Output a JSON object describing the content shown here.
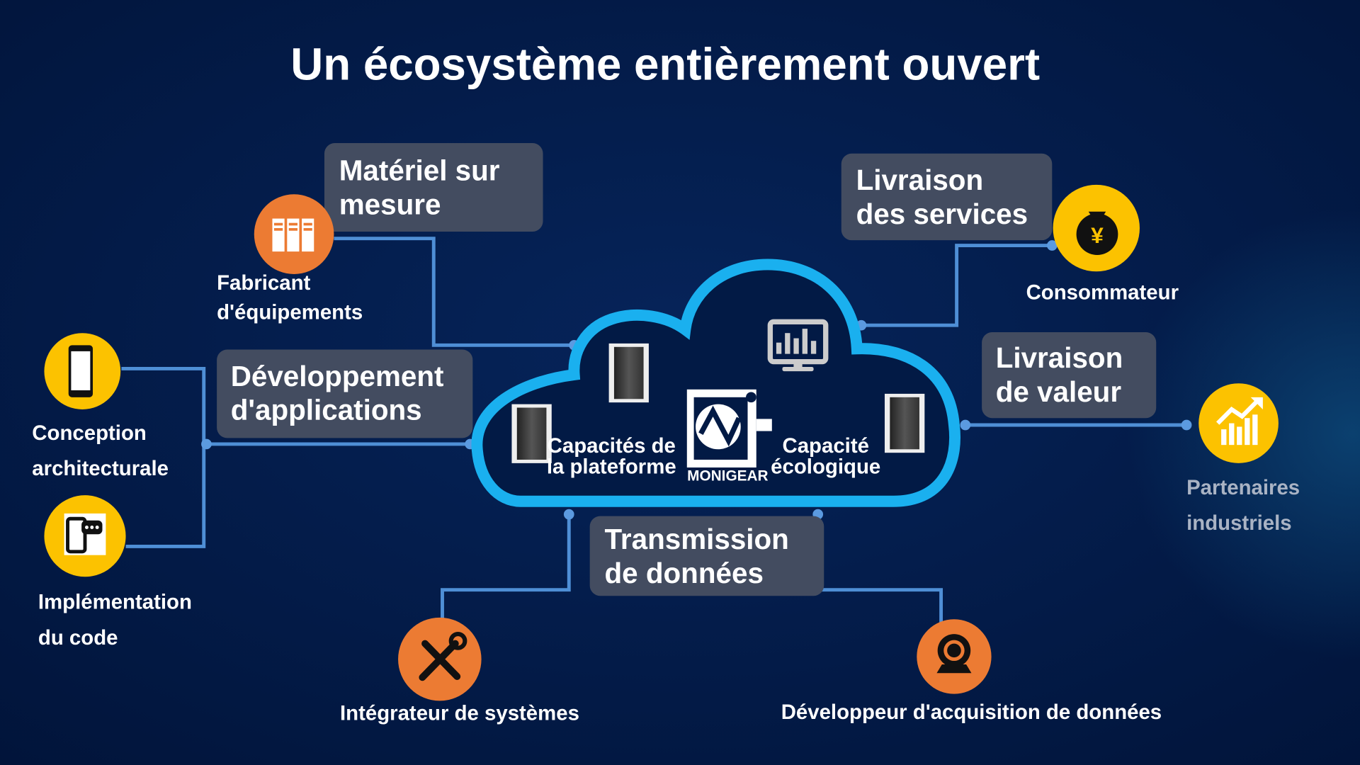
{
  "title": "Un écosystème entièrement ouvert",
  "colors": {
    "background": "#021943",
    "cloud": "#1ab0ef",
    "box": "#434c60",
    "connector": "#4f8fd6",
    "orange": "#ec7b33",
    "yellow": "#fcc200"
  },
  "boxes": {
    "materiel": [
      "Matériel sur",
      "mesure"
    ],
    "developpement": [
      "Développement",
      "d'applications"
    ],
    "services": [
      "Livraison",
      "des services"
    ],
    "valeur": [
      "Livraison",
      "de valeur"
    ],
    "transmission": [
      "Transmission",
      "de données"
    ]
  },
  "nodes": {
    "fabricant": {
      "lines": [
        "Fabricant",
        "d'équipements"
      ],
      "icon": "server-cabinets-icon"
    },
    "conception": {
      "lines": [
        "Conception",
        "architecturale"
      ],
      "icon": "smartphone-icon"
    },
    "implementation": {
      "lines": [
        "Implémentation",
        "du code"
      ],
      "icon": "phone-chat-icon"
    },
    "consommateur": {
      "lines": [
        "Consommateur"
      ],
      "icon": "money-bag-yen-icon"
    },
    "partenaires": {
      "lines": [
        "Partenaires",
        "industriels"
      ],
      "icon": "growth-chart-icon"
    },
    "integrateur": {
      "lines": [
        "Intégrateur de systèmes"
      ],
      "icon": "tools-icon"
    },
    "acquisition": {
      "lines": [
        "Développeur d'acquisition de données"
      ],
      "icon": "webcam-icon"
    }
  },
  "cloud": {
    "left_label": [
      "Capacités de",
      "la plateforme"
    ],
    "right_label": [
      "Capacité",
      "écologique"
    ],
    "logo_text": "MONIGEAR"
  }
}
